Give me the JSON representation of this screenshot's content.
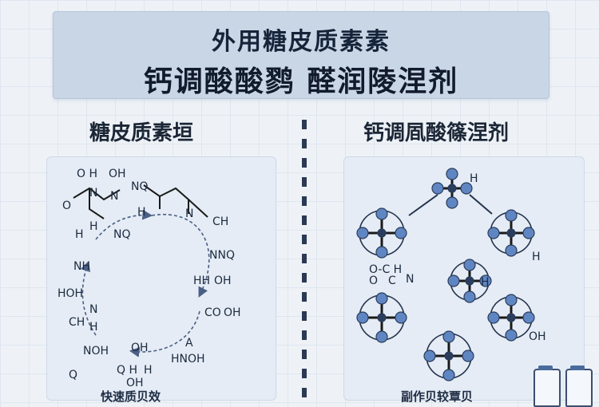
{
  "header": {
    "title_line1": "外用糖皮质素素",
    "title_line2": "钙调酸酸鹨 醛润陵涅剂"
  },
  "left_panel": {
    "title": "糖皮质素垣",
    "caption": "快速质贝效",
    "labels": [
      "O H",
      "OH",
      "O",
      "N",
      "NQ",
      "N",
      "N",
      "H",
      "H",
      "NQ",
      "CH",
      "H",
      "NH",
      "NNQ",
      "HOH",
      "CH",
      "N",
      "H",
      "Q",
      "HH",
      "OH",
      "NOH",
      "OH",
      "A",
      "HNOH",
      "Q H",
      "H",
      "OH",
      "CO",
      "OH"
    ]
  },
  "right_panel": {
    "title": "钙调凮酸篠涅剂",
    "caption": "副作贝较覃贝",
    "labels": [
      "H",
      "H",
      "O-C H",
      "O",
      "C",
      "N",
      "H",
      "OH"
    ]
  },
  "colors": {
    "banner": "#c9d6e6",
    "atom": "#5f86c2",
    "bond": "#1a1a1a",
    "ring_arrow": "#4a5f86"
  }
}
